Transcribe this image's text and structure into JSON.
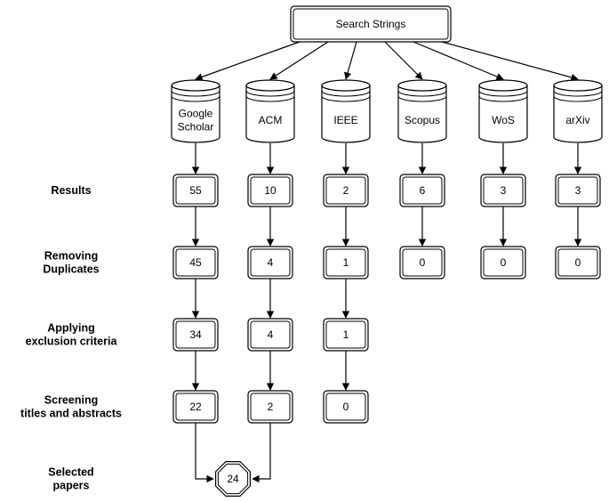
{
  "root": {
    "label": "Search Strings"
  },
  "databases": [
    {
      "name": "Google Scholar",
      "lines": [
        "Google",
        "Scholar"
      ]
    },
    {
      "name": "ACM",
      "lines": [
        "ACM"
      ]
    },
    {
      "name": "IEEE",
      "lines": [
        "IEEE"
      ]
    },
    {
      "name": "Scopus",
      "lines": [
        "Scopus"
      ]
    },
    {
      "name": "WoS",
      "lines": [
        "WoS"
      ]
    },
    {
      "name": "arXiv",
      "lines": [
        "arXiv"
      ]
    }
  ],
  "stages": [
    {
      "lines": [
        "Results"
      ],
      "values": [
        "55",
        "10",
        "2",
        "6",
        "3",
        "3"
      ]
    },
    {
      "lines": [
        "Removing",
        "Duplicates"
      ],
      "values": [
        "45",
        "4",
        "1",
        "0",
        "0",
        "0"
      ]
    },
    {
      "lines": [
        "Applying",
        "exclusion criteria"
      ],
      "values": [
        "34",
        "4",
        "1"
      ]
    },
    {
      "lines": [
        "Screening",
        "titles and abstracts"
      ],
      "values": [
        "22",
        "2",
        "0"
      ]
    }
  ],
  "final": {
    "lines": [
      "Selected",
      "papers"
    ],
    "value": "24"
  }
}
